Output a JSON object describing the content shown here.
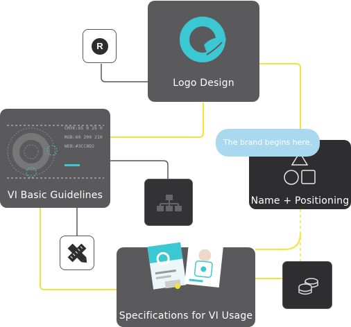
{
  "cards": {
    "logo_design": {
      "label": "Logo Design"
    },
    "vi_basic": {
      "label": "VI Basic Guidelines"
    },
    "name_positioning": {
      "label": "Name + Positioning"
    },
    "specifications": {
      "label": "Specifications for VI Usage"
    }
  },
  "bubble": {
    "text": "The brand begins here."
  },
  "color_specs": {
    "cmyk": "CMYK:65 0 25 0",
    "rgb": "RGB:60 200 210",
    "web": "WEB:#3CC8D2"
  },
  "badge": {
    "letter": "R"
  },
  "colors": {
    "accent_teal": "#3cc8d2",
    "connector_yellow": "#f2e33c",
    "card_dark": "#5a5a5d",
    "card_black": "#2e2e30"
  }
}
